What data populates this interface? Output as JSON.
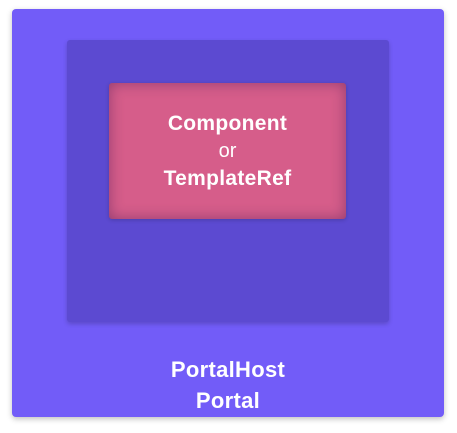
{
  "diagram": {
    "outer_label": "PortalHost",
    "middle_label": "Portal",
    "inner_lines": [
      "Component",
      "or",
      "TemplateRef"
    ]
  },
  "colors": {
    "portal_host": "#725cf8",
    "portal": "#5c4ad1",
    "content": "#d65d8a",
    "text": "#ffffff"
  }
}
